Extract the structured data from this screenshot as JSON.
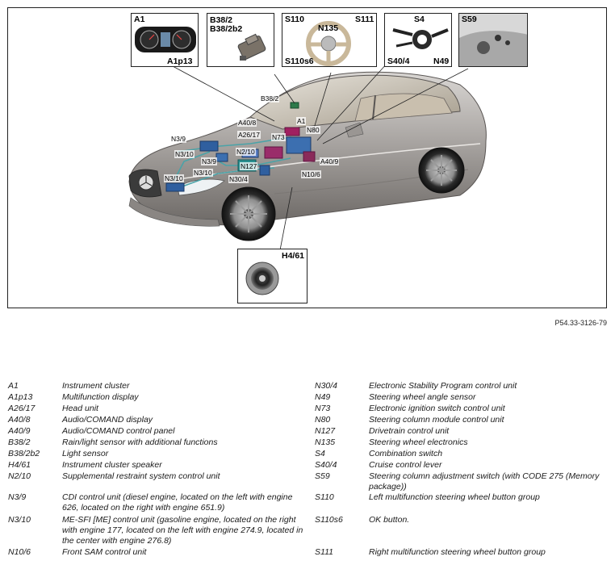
{
  "figure": {
    "reference": "P54.33-3126-79",
    "insets": {
      "instrument_cluster": {
        "top_label": "A1",
        "bottom_label": "A1p13"
      },
      "rain_sensor": {
        "label_1": "B38/2",
        "label_2": "B38/2b2"
      },
      "steering_wheel": {
        "left_label": "S110",
        "right_label": "S111",
        "center_label": "N135",
        "bottom_label": "S110s6"
      },
      "combination_switch": {
        "top_label": "S4",
        "left_label": "S40/4",
        "right_label": "N49"
      },
      "adjustment_switch": {
        "label": "S59"
      },
      "speaker": {
        "label": "H4/61"
      }
    },
    "callouts": {
      "b38_2": "B38/2",
      "a40_8": "A40/8",
      "a1": "A1",
      "a26_17": "A26/17",
      "n73": "N73",
      "n80": "N80",
      "n3_9_a": "N3/9",
      "n3_10_a": "N3/10",
      "n2_10": "N2/10",
      "n3_9_b": "N3/9",
      "n127": "N127",
      "a40_9": "A40/9",
      "n3_10_b": "N3/10",
      "n3_10_c": "N3/10",
      "n10_6": "N10/6",
      "n30_4": "N30/4"
    }
  },
  "legend": {
    "left": [
      {
        "code": "A1",
        "desc": "Instrument cluster"
      },
      {
        "code": "A1p13",
        "desc": "Multifunction display"
      },
      {
        "code": "A26/17",
        "desc": "Head unit"
      },
      {
        "code": "A40/8",
        "desc": "Audio/COMAND display"
      },
      {
        "code": "A40/9",
        "desc": "Audio/COMAND control panel"
      },
      {
        "code": "B38/2",
        "desc": "Rain/light sensor with additional functions"
      },
      {
        "code": "B38/2b2",
        "desc": "Light sensor"
      },
      {
        "code": "H4/61",
        "desc": "Instrument cluster speaker"
      },
      {
        "code": "N2/10",
        "desc": "Supplemental restraint system control unit"
      },
      {
        "code": "N3/9",
        "desc": "CDI control unit (diesel engine, located on the left with engine 626, located on the right with engine 651.9)"
      },
      {
        "code": "N3/10",
        "desc": "ME-SFI [ME] control unit (gasoline engine, located on the right with engine 177, located on the left with engine 274.9, located in the center with engine 276.8)"
      },
      {
        "code": "N10/6",
        "desc": "Front SAM control unit"
      }
    ],
    "right": [
      {
        "code": "N30/4",
        "desc": "Electronic Stability Program control unit"
      },
      {
        "code": "N49",
        "desc": "Steering wheel angle sensor"
      },
      {
        "code": "N73",
        "desc": "Electronic ignition switch control unit"
      },
      {
        "code": "N80",
        "desc": "Steering column module control unit"
      },
      {
        "code": "N127",
        "desc": "Drivetrain control unit"
      },
      {
        "code": "N135",
        "desc": "Steering wheel electronics"
      },
      {
        "code": "S4",
        "desc": "Combination switch"
      },
      {
        "code": "S40/4",
        "desc": "Cruise control lever"
      },
      {
        "code": "S59",
        "desc": "Steering column adjustment switch (with CODE 275 (Memory package))"
      },
      {
        "code": "S110",
        "desc": "Left multifunction steering wheel button group"
      },
      {
        "code": "S110s6",
        "desc": "OK button."
      },
      {
        "code": "S111",
        "desc": "Right multifunction steering wheel button group"
      }
    ]
  }
}
